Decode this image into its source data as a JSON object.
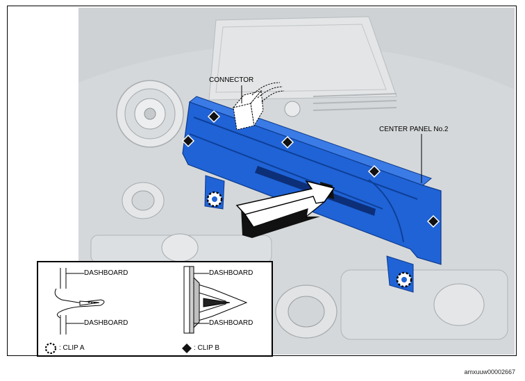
{
  "labels": {
    "connector": "CONNECTOR",
    "center_panel": "CENTER PANEL No.2"
  },
  "legend": {
    "dashboard_1": "DASHBOARD",
    "dashboard_2": "DASHBOARD",
    "dashboard_3": "DASHBOARD",
    "dashboard_4": "DASHBOARD",
    "clip_a": ": CLIP A",
    "clip_b": ": CLIP B"
  },
  "document_id": "amxuuw00002667",
  "colors": {
    "panel_blue": "#1f63d6",
    "panel_blue_dark": "#1447a8",
    "background_gray": "#d5d8da",
    "arrow_face": "#ffffff",
    "arrow_side": "#111111"
  },
  "icons": {
    "clip_a": "dashed-circle-icon",
    "clip_b": "black-diamond-icon"
  }
}
